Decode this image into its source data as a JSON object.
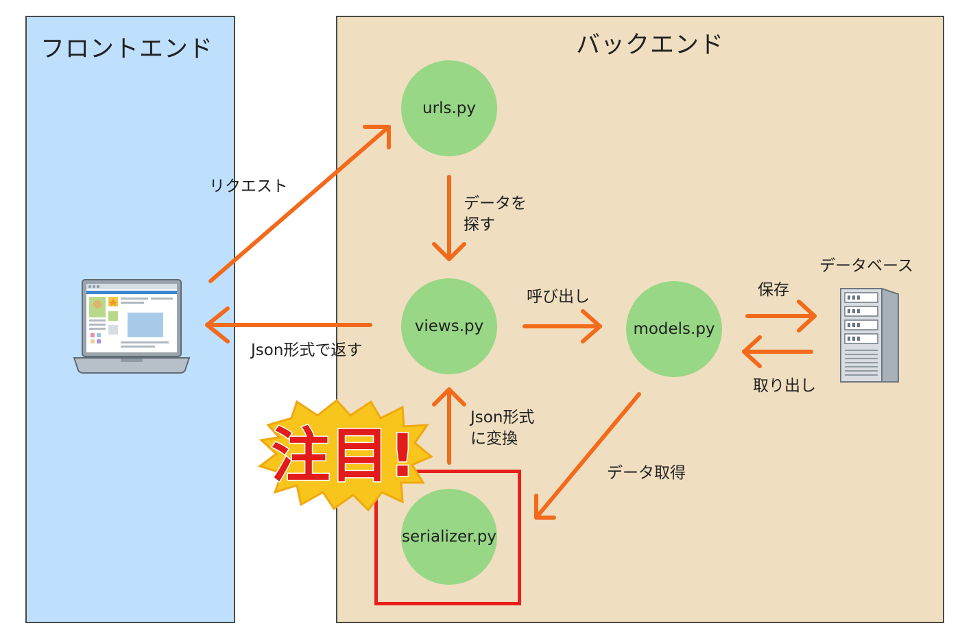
{
  "regions": {
    "frontend_title": "フロントエンド",
    "backend_title": "バックエンド"
  },
  "nodes": {
    "urls": "urls.py",
    "views": "views.py",
    "models": "models.py",
    "serializer": "serializer.py"
  },
  "edges": {
    "request": "リクエスト",
    "return_json": "Json形式で返す",
    "find_data_line1": "データを",
    "find_data_line2": "探す",
    "call": "呼び出し",
    "save": "保存",
    "retrieve": "取り出し",
    "convert_json_line1": "Json形式",
    "convert_json_line2": "に変換",
    "get_data": "データ取得"
  },
  "labels": {
    "database": "データベース",
    "attention_badge": "注目!"
  },
  "icons": {
    "client": "laptop-icon",
    "database": "server-icon",
    "attention": "attention-burst-icon"
  },
  "colors": {
    "frontend_bg": "#bfe0fc",
    "backend_bg": "#f0dec0",
    "node_fill": "#97d786",
    "arrow": "#f26a1b",
    "highlight_box": "#e8201b"
  }
}
